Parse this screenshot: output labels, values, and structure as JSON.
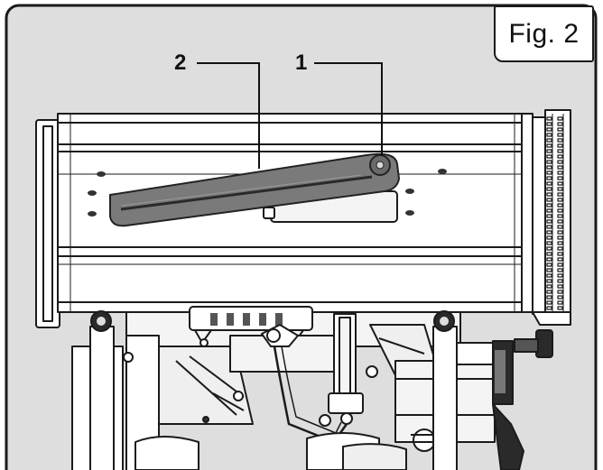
{
  "figure": {
    "label": "Fig. 2",
    "callouts": [
      {
        "number": "2",
        "target": "blade-guard-bar"
      },
      {
        "number": "1",
        "target": "pivot-knob"
      }
    ]
  },
  "colors": {
    "frame": "#1a1a1a",
    "panel_bg": "#dedede",
    "machine_fill": "#ffffff",
    "highlight_part": "#7a7a7a",
    "line": "#1b1b1b"
  }
}
